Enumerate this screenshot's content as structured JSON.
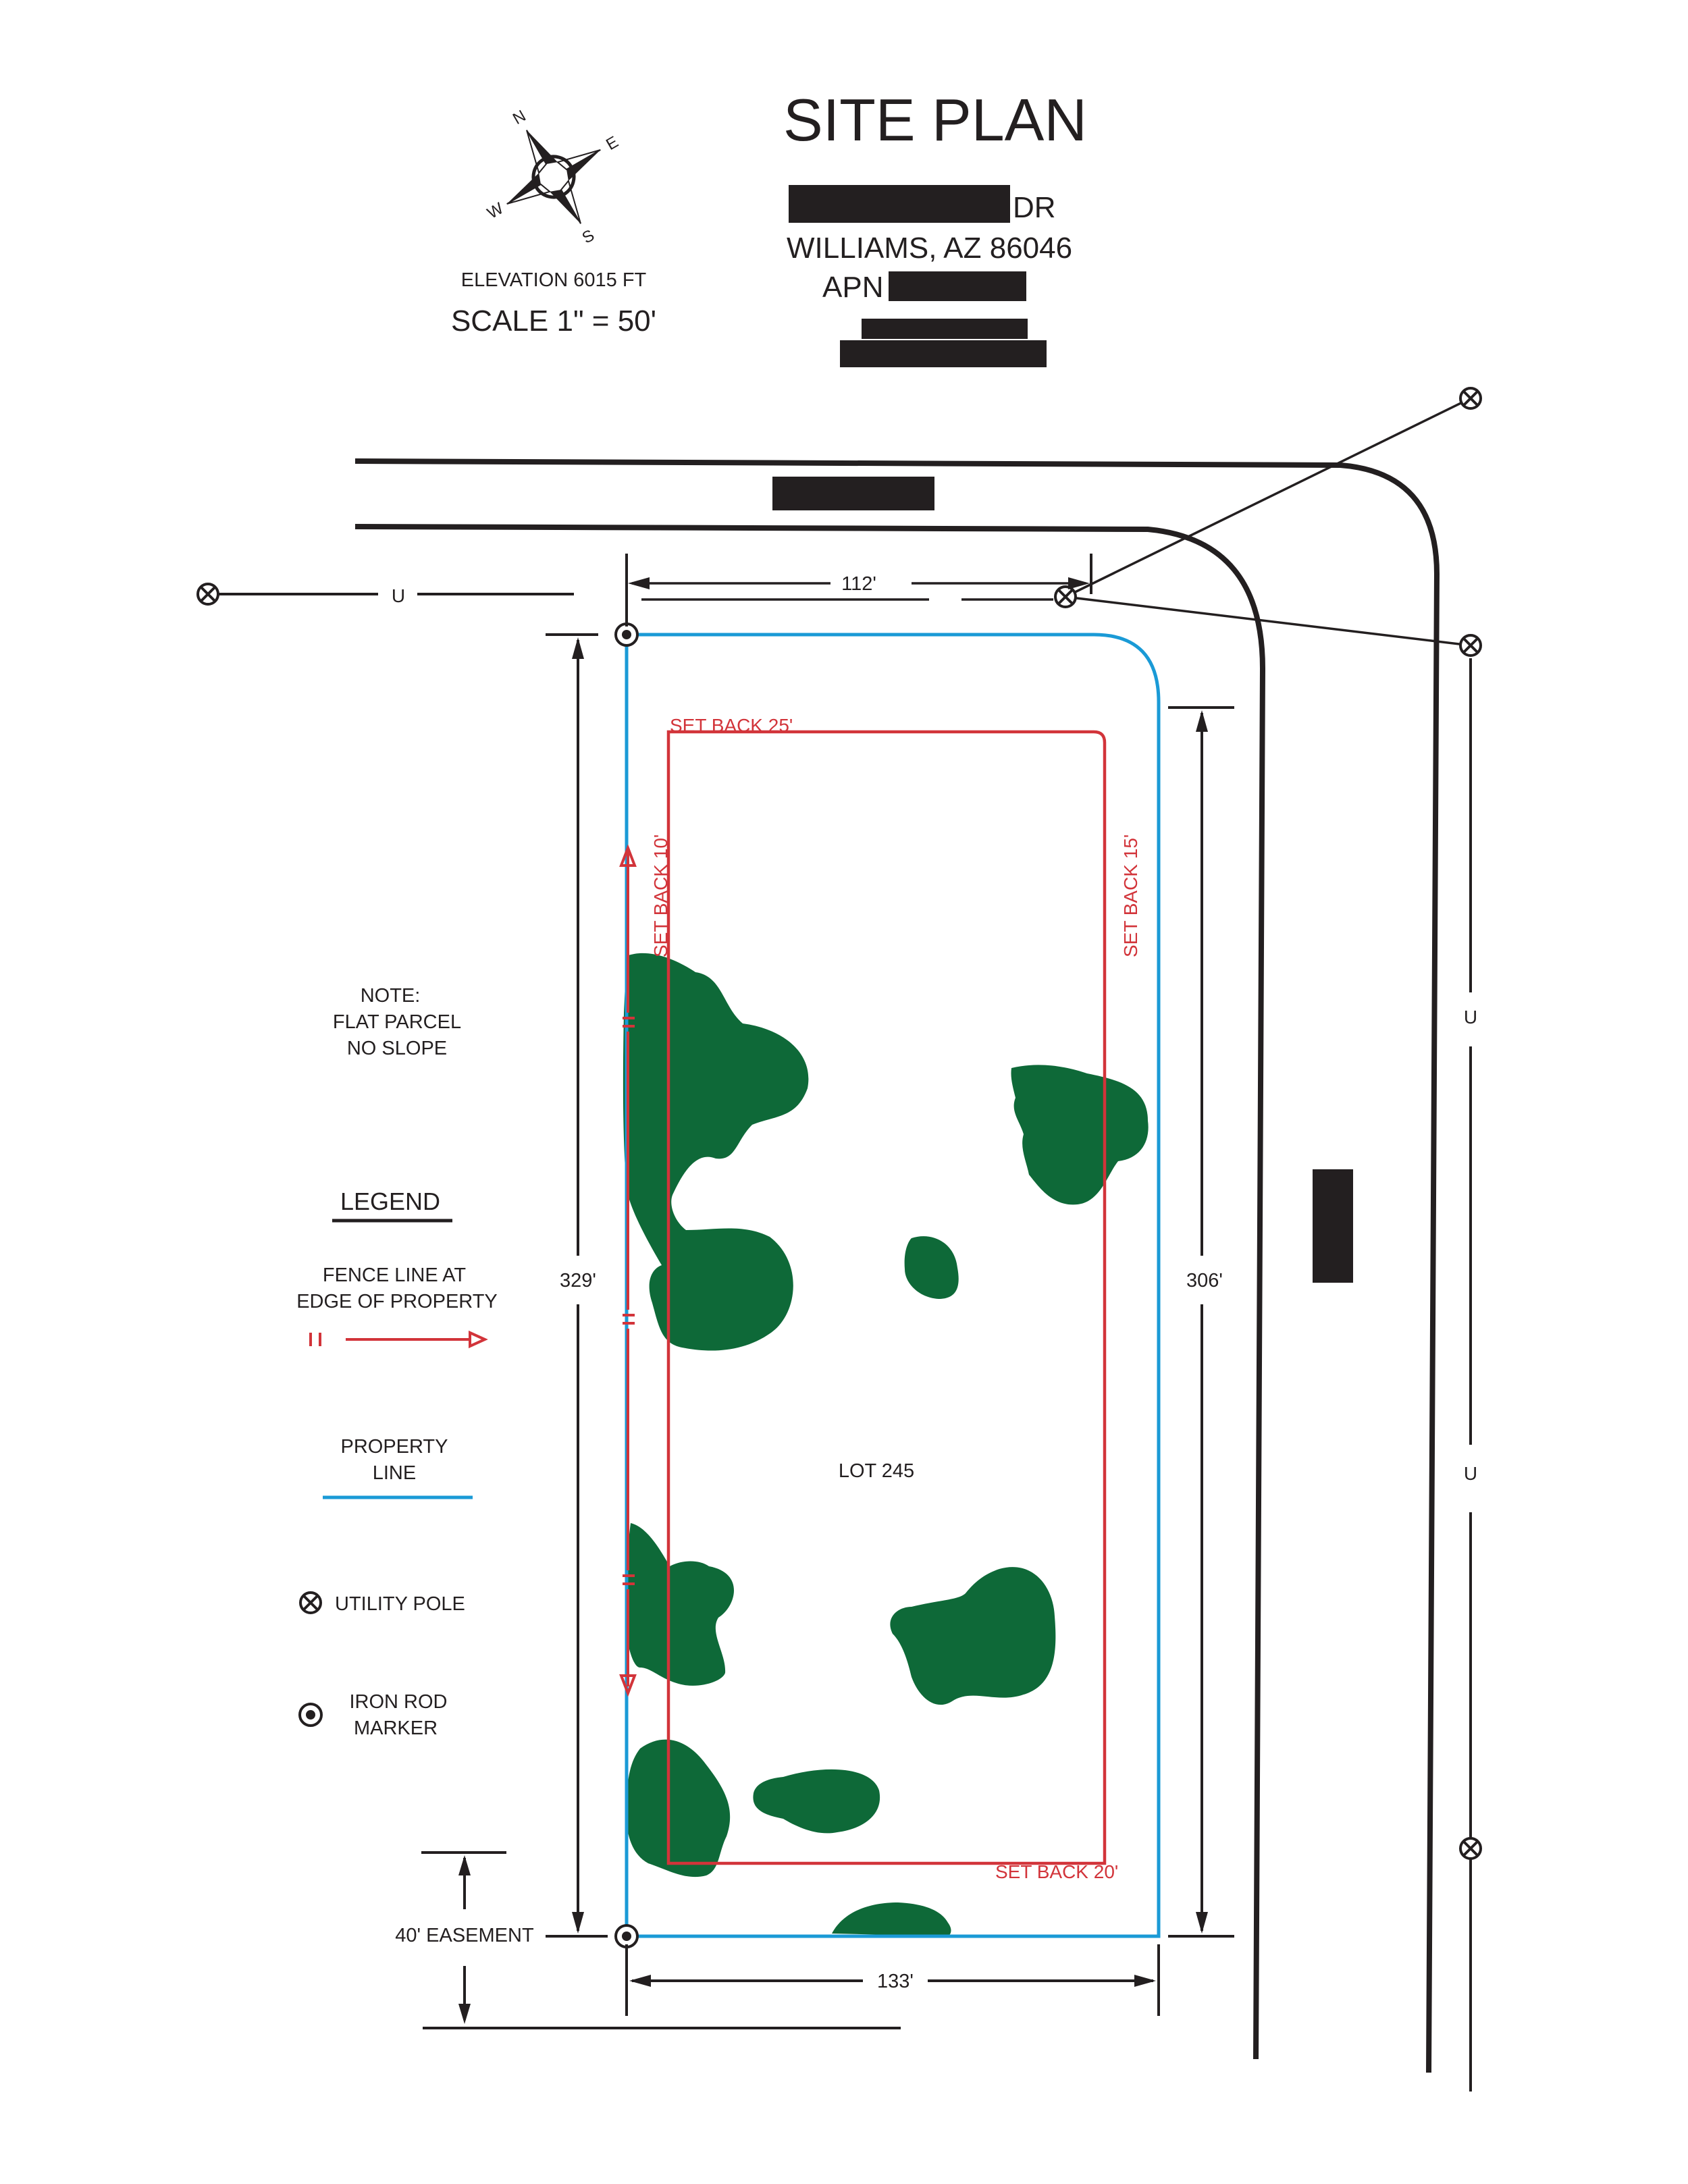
{
  "title": "SITE PLAN",
  "address": {
    "street_suffix": "DR",
    "city_line": "WILLIAMS, AZ 86046",
    "apn_label": "APN"
  },
  "compass": {
    "n": "N",
    "e": "E",
    "s": "S",
    "w": "W"
  },
  "elevation": "ELEVATION 6015 FT",
  "scale": "SCALE 1\" = 50'",
  "note": [
    "NOTE:",
    "FLAT PARCEL",
    "NO SLOPE"
  ],
  "legend": {
    "title": "LEGEND",
    "fence": [
      "FENCE LINE AT",
      "EDGE OF PROPERTY"
    ],
    "property": [
      "PROPERTY",
      "LINE"
    ],
    "utility_pole": "UTILITY POLE",
    "iron_rod": [
      "IRON ROD",
      "MARKER"
    ]
  },
  "dimensions": {
    "top": "112'",
    "bottom": "133'",
    "left": "329'",
    "right": "306'",
    "easement": "40' EASEMENT"
  },
  "setbacks": {
    "top": "SET BACK 25'",
    "left": "SET BACK 10'",
    "right": "SET BACK 15'",
    "bottom": "SET BACK 20'"
  },
  "lot_label": "LOT 245",
  "utility_line_label": "U",
  "colors": {
    "ink": "#231f20",
    "setback": "#d2343a",
    "property_line": "#1a9ad6",
    "trees": "#0e6938",
    "redaction": "#231f20"
  }
}
